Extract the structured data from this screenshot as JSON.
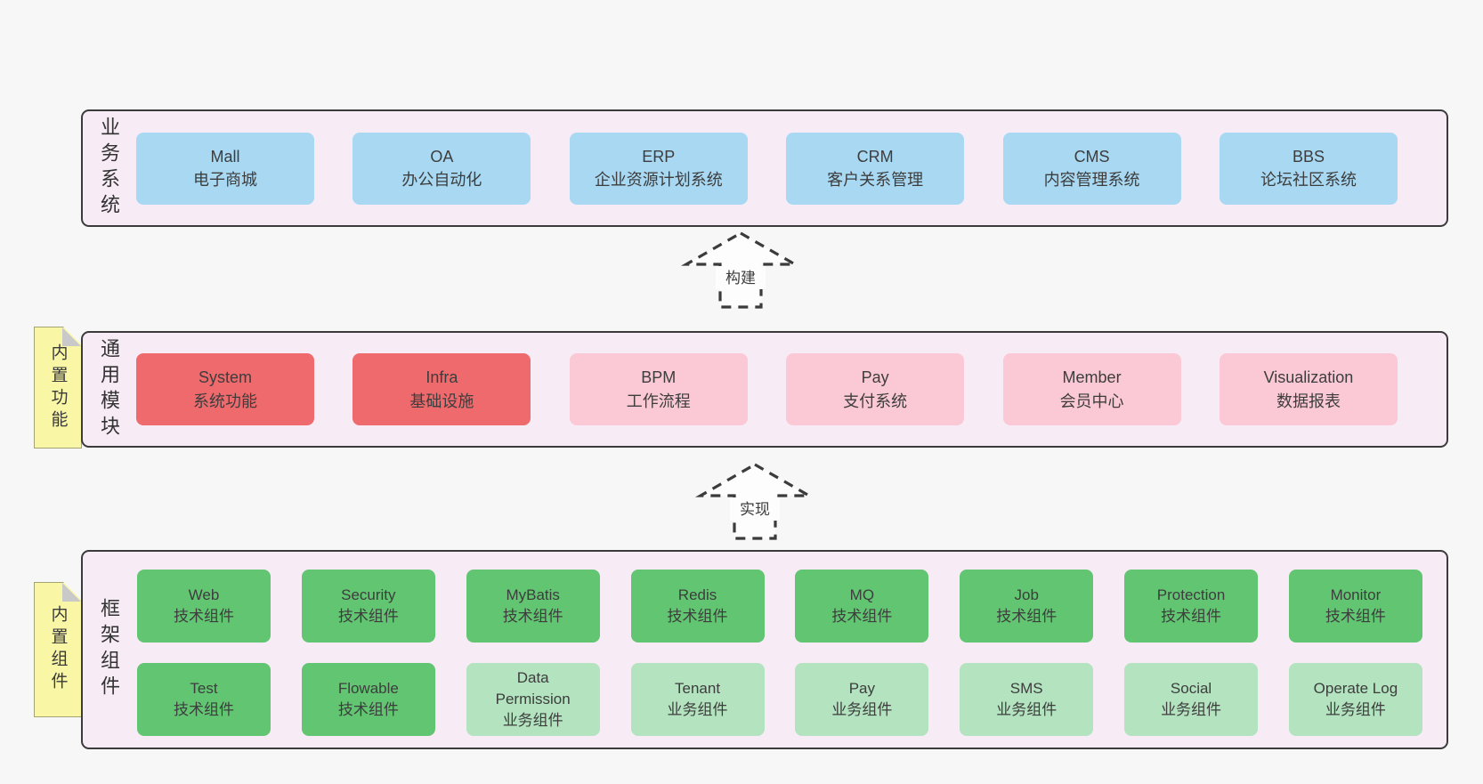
{
  "colors": {
    "page_bg": "#f7f7f7",
    "layer_bg": "#f7ecf5",
    "border": "#3b3b3b",
    "blue": "#a8d8f2",
    "red": "#ee6a6d",
    "pink": "#fac9d5",
    "green": "#62c572",
    "light_green": "#b3e3bf",
    "note_yellow": "#f9f7a6",
    "fold_gray": "#c9c9c9",
    "text": "#3d3d3d"
  },
  "arrows": {
    "build": "构建",
    "implement": "实现"
  },
  "layers": {
    "business": {
      "label": "业务系统",
      "boxes": [
        {
          "name": "Mall",
          "subtitle": "电子商城",
          "variant": "blue"
        },
        {
          "name": "OA",
          "subtitle": "办公自动化",
          "variant": "blue"
        },
        {
          "name": "ERP",
          "subtitle": "企业资源计划系统",
          "variant": "blue"
        },
        {
          "name": "CRM",
          "subtitle": "客户关系管理",
          "variant": "blue"
        },
        {
          "name": "CMS",
          "subtitle": "内容管理系统",
          "variant": "blue"
        },
        {
          "name": "BBS",
          "subtitle": "论坛社区系统",
          "variant": "blue"
        }
      ]
    },
    "modules": {
      "label": "通用模块",
      "note": "内置功能",
      "boxes": [
        {
          "name": "System",
          "subtitle": "系统功能",
          "variant": "red"
        },
        {
          "name": "Infra",
          "subtitle": "基础设施",
          "variant": "red"
        },
        {
          "name": "BPM",
          "subtitle": "工作流程",
          "variant": "pink"
        },
        {
          "name": "Pay",
          "subtitle": "支付系统",
          "variant": "pink"
        },
        {
          "name": "Member",
          "subtitle": "会员中心",
          "variant": "pink"
        },
        {
          "name": "Visualization",
          "subtitle": "数据报表",
          "variant": "pink"
        }
      ]
    },
    "framework": {
      "label": "框架组件",
      "note": "内置组件",
      "row1": [
        {
          "name": "Web",
          "subtitle": "技术组件",
          "variant": "green"
        },
        {
          "name": "Security",
          "subtitle": "技术组件",
          "variant": "green"
        },
        {
          "name": "MyBatis",
          "subtitle": "技术组件",
          "variant": "green"
        },
        {
          "name": "Redis",
          "subtitle": "技术组件",
          "variant": "green"
        },
        {
          "name": "MQ",
          "subtitle": "技术组件",
          "variant": "green"
        },
        {
          "name": "Job",
          "subtitle": "技术组件",
          "variant": "green"
        },
        {
          "name": "Protection",
          "subtitle": "技术组件",
          "variant": "green"
        },
        {
          "name": "Monitor",
          "subtitle": "技术组件",
          "variant": "green"
        }
      ],
      "row2": [
        {
          "name": "Test",
          "subtitle": "技术组件",
          "variant": "green"
        },
        {
          "name": "Flowable",
          "subtitle": "技术组件",
          "variant": "green"
        },
        {
          "name": "Data Permission",
          "subtitle": "业务组件",
          "variant": "lightgreen"
        },
        {
          "name": "Tenant",
          "subtitle": "业务组件",
          "variant": "lightgreen"
        },
        {
          "name": "Pay",
          "subtitle": "业务组件",
          "variant": "lightgreen"
        },
        {
          "name": "SMS",
          "subtitle": "业务组件",
          "variant": "lightgreen"
        },
        {
          "name": "Social",
          "subtitle": "业务组件",
          "variant": "lightgreen"
        },
        {
          "name": "Operate Log",
          "subtitle": "业务组件",
          "variant": "lightgreen"
        }
      ]
    }
  }
}
